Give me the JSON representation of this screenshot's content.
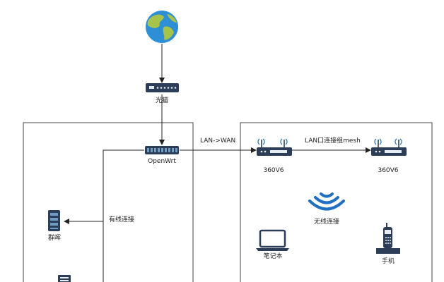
{
  "nodes": {
    "modem": "光猫",
    "openwrt": "OpenWrt",
    "router_main": "360V6",
    "router_mesh": "360V6",
    "nas": "群晖",
    "laptop": "笔记本",
    "phone": "手机",
    "wifi": "无线连接"
  },
  "edges": {
    "lan_wan": "LAN->WAN",
    "lan_mesh": "LAN口连接组mesh",
    "wired": "有线连接"
  }
}
